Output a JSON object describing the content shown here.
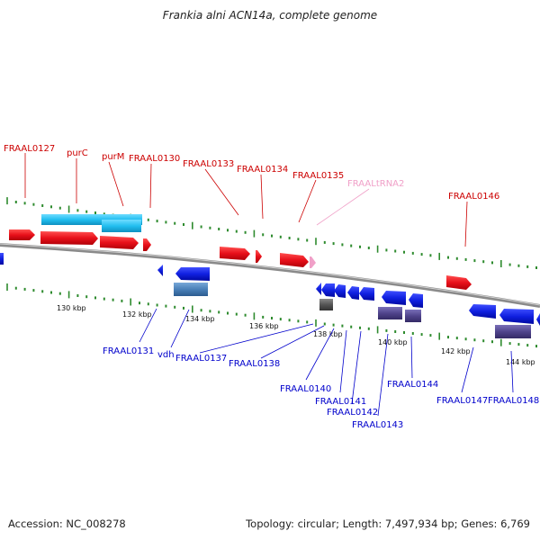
{
  "title": "Frankia alni ACN14a, complete genome",
  "footer": {
    "accession": "Accession: NC_008278",
    "topology": "Topology: circular; Length: 7,497,934 bp; Genes: 6,769"
  },
  "colors": {
    "forward_gene": "#e8101a",
    "reverse_gene": "#1020e0",
    "forward_label": "#cc0000",
    "reverse_label": "#0000cc",
    "trna": "#f0a0c8",
    "light_blue_feature": "#22bff0",
    "slate_feature": "#4a80b8",
    "dark_gray_feature": "#555555",
    "purple_feature": "#50448c",
    "tick": "#2e8b2e",
    "backbone": "#888888"
  },
  "scale_labels": [
    "130 kbp",
    "132 kbp",
    "134 kbp",
    "136 kbp",
    "138 kbp",
    "140 kbp",
    "142 kbp",
    "144 kbp"
  ],
  "forward_labels": [
    "FRAAL0127",
    "purC",
    "purM",
    "FRAAL0130",
    "FRAAL0133",
    "FRAAL0134",
    "FRAAL0135",
    "FRAALtRNA2",
    "FRAAL0146"
  ],
  "reverse_labels": [
    "FRAAL0131",
    "vdh",
    "FRAAL0137",
    "FRAAL0138",
    "FRAAL0140",
    "FRAAL0141",
    "FRAAL0142",
    "FRAAL0143",
    "FRAAL0144",
    "FRAAL0147",
    "FRAAL0148"
  ]
}
